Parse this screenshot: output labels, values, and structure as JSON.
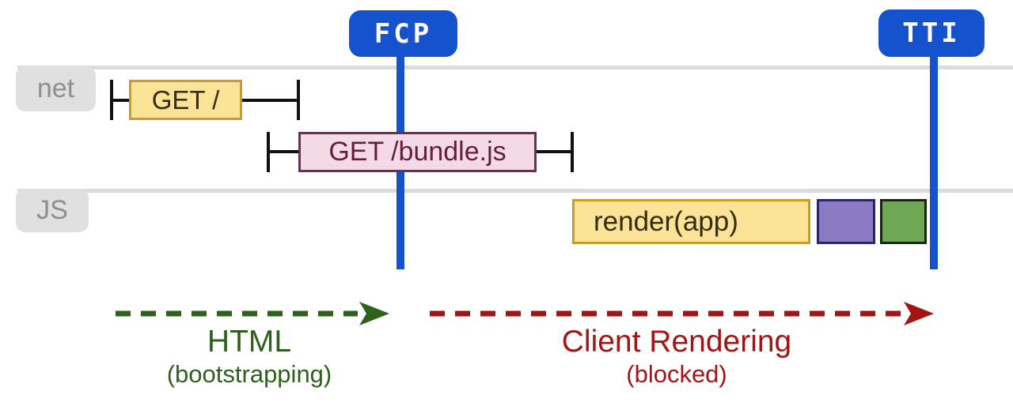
{
  "colors": {
    "marker_blue": "#1453cd",
    "lane_gray": "#dbdbdb",
    "task_yellow_fill": "#fae296",
    "task_yellow_border": "#c89b2a",
    "request_pink_fill": "#f3dae6",
    "request_pink_border": "#732b50",
    "task_purple_fill": "#8c7bc4",
    "task_purple_border": "#28246e",
    "task_green_fill": "#6ea854",
    "task_green_border": "#16260f",
    "html_phase_green": "#2d611c",
    "client_phase_red": "#a31414"
  },
  "markers": [
    {
      "id": "fcp",
      "label": "FCP"
    },
    {
      "id": "tti",
      "label": "TTI"
    }
  ],
  "lanes": [
    {
      "id": "net",
      "label": "net"
    },
    {
      "id": "js",
      "label": "JS"
    }
  ],
  "network_requests": [
    {
      "label": "GET /"
    },
    {
      "label": "GET /bundle.js"
    }
  ],
  "js_tasks": [
    {
      "label": "render(app)",
      "color": "yellow"
    },
    {
      "label": "",
      "color": "purple"
    },
    {
      "label": "",
      "color": "green"
    }
  ],
  "phases": [
    {
      "id": "html",
      "title": "HTML",
      "subtitle": "(bootstrapping)"
    },
    {
      "id": "client-rendering",
      "title": "Client Rendering",
      "subtitle": "(blocked)"
    }
  ]
}
